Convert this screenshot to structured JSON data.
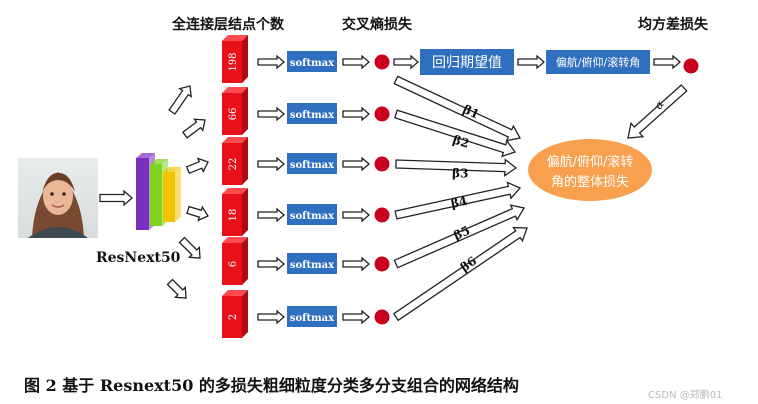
{
  "headers": {
    "fc_nodes": "全连接层结点个数",
    "cross_entropy": "交叉熵损失",
    "mse": "均方差损失"
  },
  "model_label": "ResNext50",
  "fc_values": [
    "198",
    "66",
    "22",
    "18",
    "6",
    "2"
  ],
  "softmax_label": "softmax",
  "regression_label": "回归期望值",
  "angles_label": "偏航/俯仰/滚转角",
  "overall_loss": [
    "偏航/俯仰/滚转",
    "角的整体损失"
  ],
  "weights": [
    "β1",
    "β2",
    "β3",
    "β4",
    "β5",
    "β6"
  ],
  "alpha": "α",
  "caption": "图 2   基于 Resnext50 的多损失粗细粒度分类多分支组合的网络结构",
  "watermark": "CSDN @郑鹏01",
  "colors": {
    "red_block": "#e8111a",
    "softmax_box": "#2f6fc0",
    "dot": "#c8001e",
    "overall_loss_fill": "#f8a04e",
    "cube_purple": "#7b2fbf",
    "cube_green": "#7fd21e",
    "cube_yellow": "#f2c400"
  }
}
